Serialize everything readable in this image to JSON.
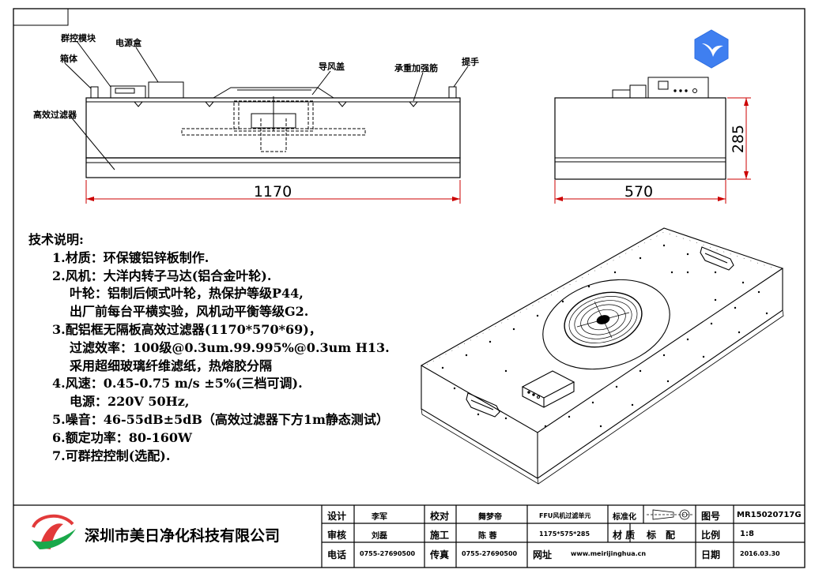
{
  "front_view": {
    "labels": {
      "group_ctrl": "群控模块",
      "power_box": "电源盒",
      "cabinet": "箱体",
      "hepa": "高效过滤器",
      "air_guide": "导风盖",
      "rib": "承重加强筋",
      "handle": "提手"
    },
    "width_dim": "1170"
  },
  "side_view": {
    "depth_dim": "570",
    "height_dim": "285"
  },
  "notes": {
    "heading": "技术说明:",
    "items": [
      "1.材质：环保镀铝锌板制作.",
      "2.风机：大洋内转子马达(铝合金叶轮).",
      "叶轮：铝制后倾式叶轮，热保护等级P44,",
      "出厂前每台平横实验，风机动平衡等级G2.",
      "3.配铝框无隔板高效过滤器(1170*570*69)，",
      "过滤效率：100级@0.3um.99.995%@0.3um H13.",
      "采用超细玻璃纤维滤纸，热熔胶分隔",
      "4.风速：0.45-0.75 m/s ±5%(三档可调).",
      "电源：220V 50Hz,",
      "5.噪音：46-55dB±5dB（高效过滤器下方1m静态测试）",
      "6.额定功率：80-160W",
      "7.可群控控制(选配)."
    ]
  },
  "title_block": {
    "company": "深圳市美日净化科技有限公司",
    "design_label": "设计",
    "design_name": "李军",
    "review_label": "审核",
    "review_name": "刘磊",
    "phone_label": "电话",
    "phone": "0755-27690500",
    "proof_label": "校对",
    "proof_name": "舞梦帝",
    "build_label": "施工",
    "build_name": "陈 蓉",
    "fax_label": "传真",
    "fax": "0755-27690500",
    "product": "FFU风机过滤单元",
    "size": "1175*575*285",
    "web_label": "网址",
    "web": "www.meirijinghua.cn",
    "std_label": "标准化",
    "material_label": "材 质",
    "material_value": "标　配",
    "drawing_no_label": "图号",
    "drawing_no": "MR15020717G",
    "scale_label": "比例",
    "scale": "1:8",
    "date_label": "日期",
    "date": "2016.03.30"
  },
  "colors": {
    "line": "#000000",
    "dim_red": "#cc0000",
    "logo_red": "#e23a3a",
    "logo_green": "#1aa84a",
    "badge_blue": "#3f7ff0"
  },
  "icons": {
    "badge": "bird-badge-icon",
    "logo": "company-logo-icon"
  }
}
